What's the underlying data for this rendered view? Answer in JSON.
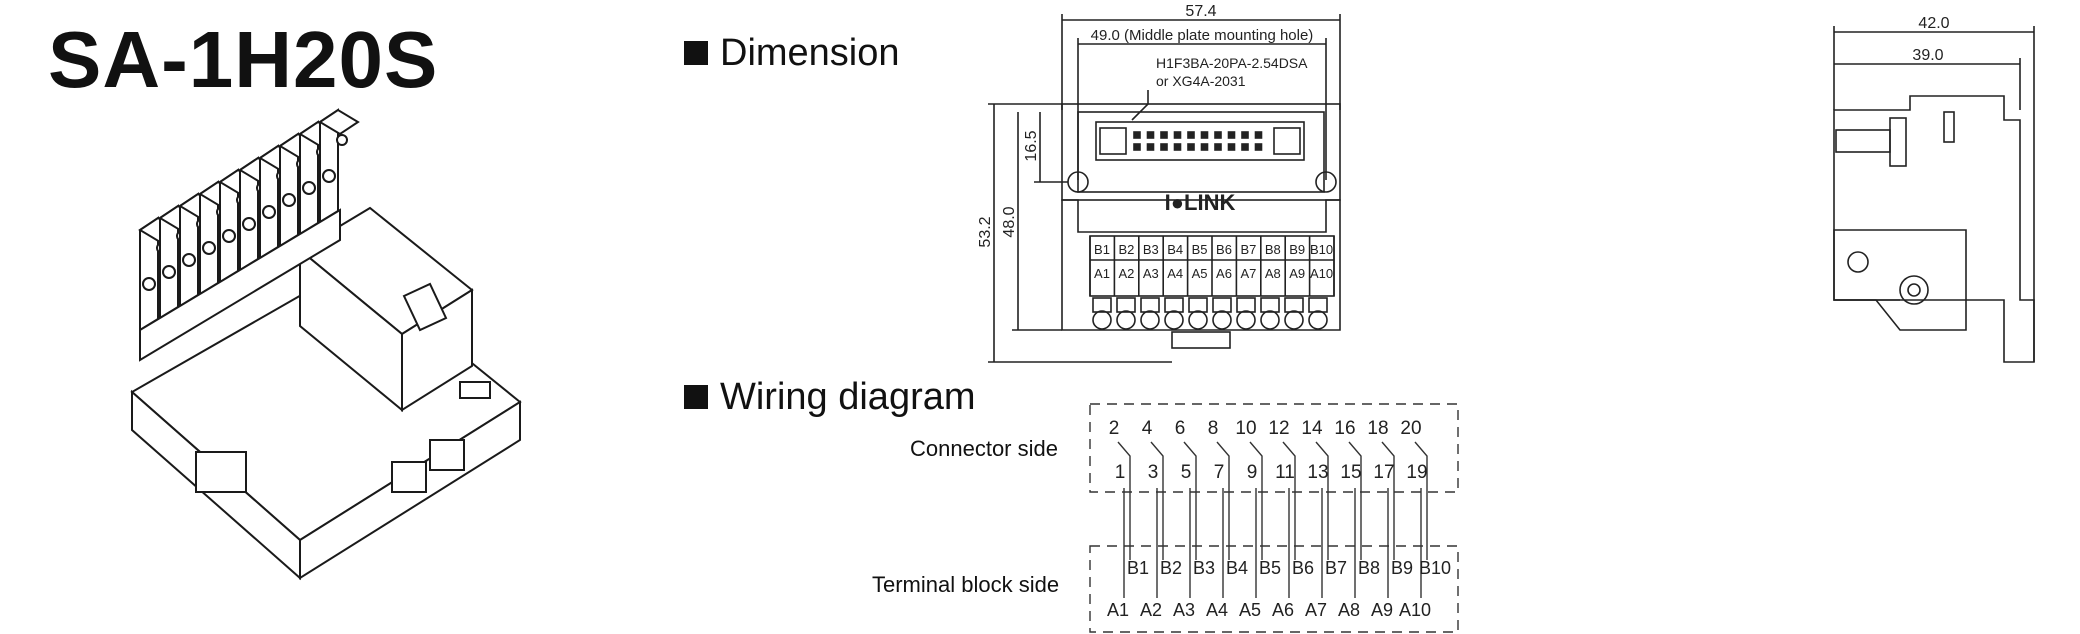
{
  "product": {
    "model": "SA-1H20S"
  },
  "sections": {
    "dimension": "Dimension",
    "wiring": "Wiring diagram"
  },
  "dimension": {
    "overall_width": "57.4",
    "mounting_hole": "49.0 (Middle plate mounting hole)",
    "connector_line1": "H1F3BA-20PA-2.54DSA",
    "connector_line2": "or XG4A-2031",
    "brand": "I●LINK",
    "height_total": "53.2",
    "height_body": "48.0",
    "height_top": "16.5",
    "side_width_total": "42.0",
    "side_width_inner": "39.0"
  },
  "terminal_labels": {
    "b_row": [
      "B1",
      "B2",
      "B3",
      "B4",
      "B5",
      "B6",
      "B7",
      "B8",
      "B9",
      "B10"
    ],
    "a_row": [
      "A1",
      "A2",
      "A3",
      "A4",
      "A5",
      "A6",
      "A7",
      "A8",
      "A9",
      "A10"
    ]
  },
  "wiring": {
    "connector_side_label": "Connector side",
    "terminal_side_label": "Terminal block side",
    "even_pins": [
      "2",
      "4",
      "6",
      "8",
      "10",
      "12",
      "14",
      "16",
      "18",
      "20"
    ],
    "odd_pins": [
      "1",
      "3",
      "5",
      "7",
      "9",
      "11",
      "13",
      "15",
      "17",
      "19"
    ],
    "b_terms": [
      "B1",
      "B2",
      "B3",
      "B4",
      "B5",
      "B6",
      "B7",
      "B8",
      "B9",
      "B10"
    ],
    "a_terms": [
      "A1",
      "A2",
      "A3",
      "A4",
      "A5",
      "A6",
      "A7",
      "A8",
      "A9",
      "A10"
    ]
  },
  "colors": {
    "ink": "#111111",
    "line": "#333333"
  }
}
